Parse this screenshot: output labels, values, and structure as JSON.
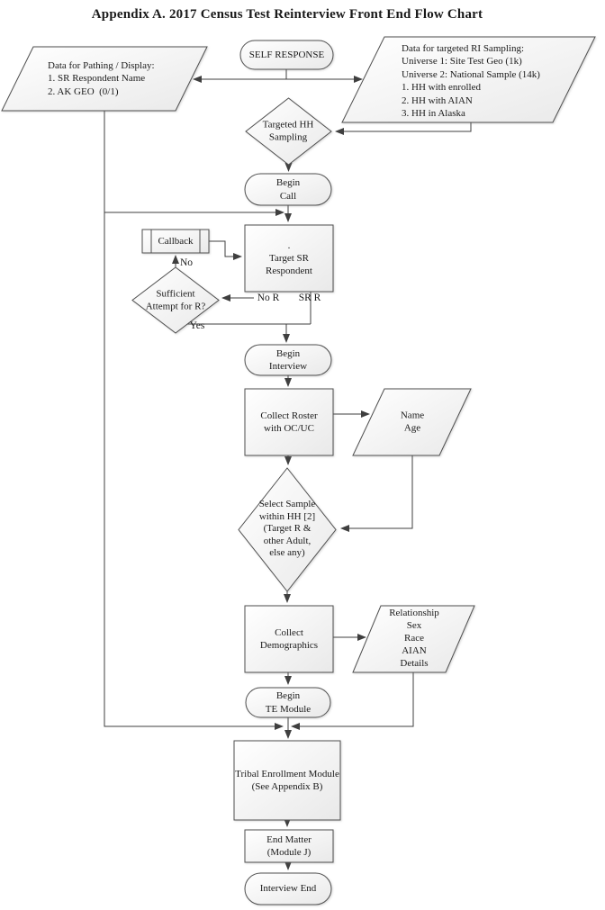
{
  "title": "Appendix A. 2017 Census Test Reinterview Front End Flow Chart",
  "colors": {
    "shape_border": "#4f4f4f",
    "shape_fill_top": "#ffffff",
    "shape_fill_bottom": "#ebebeb",
    "connector": "#3f3f3f",
    "text": "#1a1a1a",
    "background": "#ffffff"
  },
  "nodes": {
    "self_response": {
      "type": "terminator",
      "label": "SELF RESPONSE"
    },
    "data_pathing": {
      "type": "data",
      "label": "Data for Pathing / Display:\n1. SR Respondent Name\n2. AK GEO  (0/1)"
    },
    "data_ri_sampling": {
      "type": "data",
      "label": "Data for targeted RI Sampling:\nUniverse 1: Site Test Geo (1k)\nUniverse 2: National Sample (14k)\n1. HH with enrolled\n2. HH with AIAN\n3. HH in Alaska"
    },
    "targeted_hh_sampling": {
      "type": "decision",
      "label": "Targeted HH\nSampling"
    },
    "begin_call": {
      "type": "terminator",
      "label": "Begin\nCall"
    },
    "callback": {
      "type": "predefined-process",
      "label": "Callback"
    },
    "target_sr_respondent": {
      "type": "process",
      "label": ".\nTarget SR\nRespondent"
    },
    "sufficient_attempt": {
      "type": "decision",
      "label": "Sufficient\nAttempt for R?"
    },
    "begin_interview": {
      "type": "terminator",
      "label": "Begin\nInterview"
    },
    "collect_roster": {
      "type": "process",
      "label": "Collect Roster\nwith OC/UC"
    },
    "name_age": {
      "type": "data",
      "label": "Name\nAge"
    },
    "select_sample": {
      "type": "decision",
      "label": "Select Sample\nwithin HH [2]\n(Target R &\nother Adult,\nelse any)"
    },
    "collect_demographics": {
      "type": "process",
      "label": "Collect\nDemographics"
    },
    "demographic_outputs": {
      "type": "data",
      "label": "Relationship\nSex\nRace\nAIAN\nDetails"
    },
    "begin_te_module": {
      "type": "terminator",
      "label": "Begin\nTE Module"
    },
    "tribal_enrollment": {
      "type": "process",
      "label": "Tribal Enrollment Module\n(See Appendix B)"
    },
    "end_matter": {
      "type": "process",
      "label": "End Matter\n(Module J)"
    },
    "interview_end": {
      "type": "terminator",
      "label": "Interview End"
    }
  },
  "edge_labels": {
    "no": "No",
    "yes": "Yes",
    "no_r": "No R",
    "sr_r": "SR R"
  }
}
